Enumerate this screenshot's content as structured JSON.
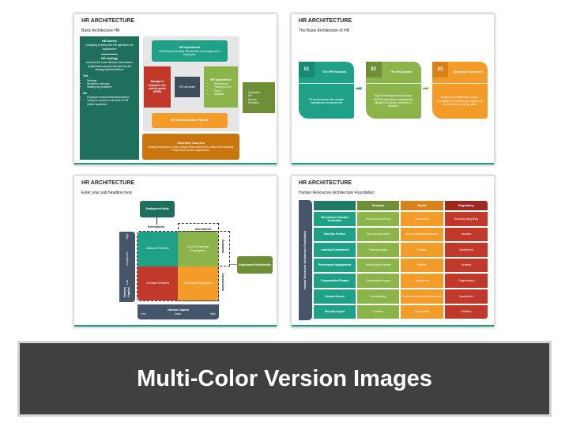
{
  "colors": {
    "teal": "#1fa187",
    "dark_teal": "#1e6f5c",
    "green": "#8bb44a",
    "orange": "#f39c2a",
    "red": "#c0392b",
    "slate": "#46566a",
    "banner": "#404040"
  },
  "slide1": {
    "title": "HR ARCHITECTURE",
    "subtitle": "Basic Architecture HR",
    "advice": {
      "title": "HR Advice",
      "text": "Designing & driving the HR agenda in the organization",
      "strategy_title": "HR strategy",
      "strategy_text": "what are the most effective interventions (organization/people) that will help the strategy implementation?",
      "yes": "Yes",
      "yes_items": [
        "Strategy",
        "Workforce planning",
        "Staffing key positions"
      ],
      "no": "No",
      "no_items": [
        "Employee relations/individual advice.",
        "The go-to person for all kinds of HR-related questions."
      ]
    },
    "operations": {
      "title": "HR Operations",
      "text": "Delivering world-class HR services to management & employees."
    },
    "manager": "Manager & employee self-service portal (HRIS)",
    "call_center": "HR call center",
    "specialists": {
      "title": "HR Specialists",
      "items": [
        "Recruitment",
        "Training & Dev.",
        "Talent",
        "Analytics"
      ]
    },
    "admin": "HR Administration/Payroll",
    "success": {
      "title": "Employee Success",
      "text": "Helping employees & other people in the workforce to utilize their potential. People first, not the organization."
    },
    "providers": [
      "Innovation",
      "HR",
      "Service",
      "Providers"
    ]
  },
  "slide2": {
    "title": "HR ARCHITECTURE",
    "subtitle": "The Basic Architecture of HR",
    "cards": [
      {
        "num": "01",
        "title": "The HR Function",
        "text": "HR professionals with strategic management competencies"
      },
      {
        "num": "02",
        "title": "The HR System",
        "text": "High-Performance Work System (HPWS) consisting of strategically aligned HR policies, practices, & activities."
      },
      {
        "num": "03",
        "title": "Employee Behaviors",
        "text": "Employee competencies, values, motivation, & behaviors are required by the company's strategic plan."
      }
    ]
  },
  "slide3": {
    "title": "HR ARCHITECTURE",
    "subtitle": "Enter your sub headline here",
    "mode": "Employment Mode",
    "externalized": "Externalized",
    "internalized": "Internalized",
    "quadrants": [
      "Alliance Partners",
      "Core Knowledge Employees",
      "Contract Workers",
      "Traditional Employees"
    ],
    "relational": "Relational",
    "transactional": "Transactional",
    "relationship": "Employment Relationship",
    "y_axis": {
      "title": "Human Capital",
      "low": "Low",
      "mid": "Uniqueness",
      "high": "High"
    },
    "x_axis": {
      "title": "Human Capital",
      "low": "Low",
      "mid": "Value",
      "high": "High"
    }
  },
  "slide4": {
    "title": "HR ARCHITECTURE",
    "subtitle": "Human Resources Architecture Foundation",
    "side_label": "Human Resources Architecture Foundation",
    "headers": [
      "",
      "Strategic",
      "Social",
      "Regulatory"
    ],
    "rows": [
      [
        "Recruitment Selection Termination",
        "Sourcing hiring firing",
        "Sample text",
        "Sourcing hiring firing"
      ],
      [
        "Role/Job Profiles",
        "Work arrangements",
        "Work arrangements vacation",
        "Vacation"
      ],
      [
        "Learning Development",
        "Training rotation",
        "Rotation",
        "Sample text"
      ],
      [
        "Performance Management",
        "Working hours review",
        "Reviews",
        "Reviews"
      ],
      [
        "Compensation Reward",
        "Compensation bonus",
        "Sample text",
        "Compensation"
      ],
      [
        "Conduct Norms",
        "Confidentiality",
        "Code of conduct conflict resolution",
        "Sample text"
      ],
      [
        "Physical Layout",
        "Location",
        "Accessibility",
        "Facilities"
      ]
    ]
  },
  "banner": "Multi-Color Version Images"
}
